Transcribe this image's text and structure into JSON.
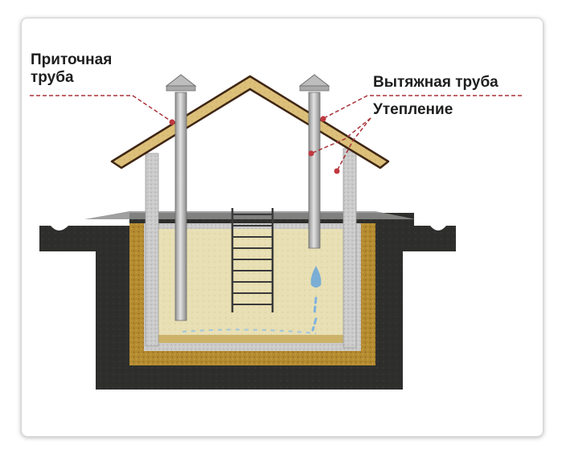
{
  "labels": {
    "supply_pipe_line1": "Приточная",
    "supply_pipe_line2": "труба",
    "exhaust_pipe": "Вытяжная труба",
    "insulation": "Утепление"
  },
  "colors": {
    "soil": "#2c2d2b",
    "insulation_layer": "#b38a2f",
    "wall": "#c9c9c9",
    "interior": "#e6ddb2",
    "roof": "#dcc07a",
    "roof_edge": "#4a2e17",
    "pipe": "#c2c2c2",
    "leader": "#a8323a",
    "water_drop": "#6fa8d8"
  }
}
